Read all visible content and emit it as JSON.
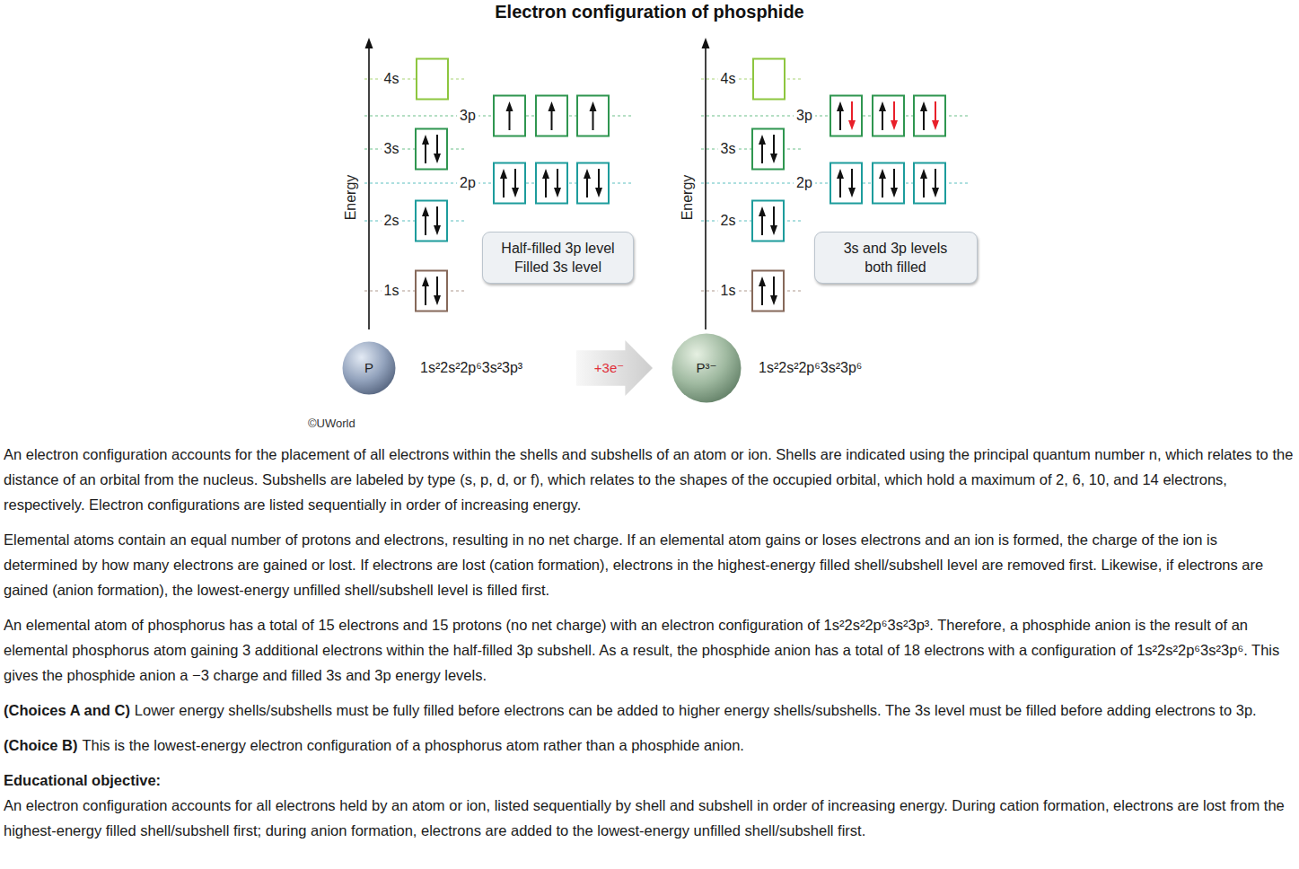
{
  "diagram": {
    "title": "Electron configuration of phosphide",
    "nodes": [
      {
        "text": [
          "Half-filled 3p level",
          "Filled 3s level"
        ]
      },
      {
        "text": [
          "3s and 3p levels both filled"
        ]
      },
      {
        "text": [
          "P"
        ]
      },
      {
        "text": [
          "+3e⁻"
        ]
      },
      {
        "text": [
          "P³⁻"
        ]
      }
    ],
    "labels": [
      "Energy",
      "4s",
      "3p",
      "3s",
      "2p",
      "2s",
      "1s",
      "1s²2s²2p⁶3s²3p³",
      "Energy",
      "4s",
      "3p",
      "3s",
      "2p",
      "2s",
      "1s",
      "1s²2s²2p⁶3s²3p⁶",
      "©UWorld",
      "An electron configuration accounts for the placement of all electrons within the shells and subshells of an atom or ion. Shells are indicated using the principal quantum number n, which relates to the distance of an orbital from the nucleus. Subshells are labeled by type (s, p, d, or f), which relates to the shapes of the occupied orbital, which hold a maximum of 2, 6, 10, and 14 electrons, respectively. Electron configurations are listed sequentially in order of increasing energy.",
      "Elemental atoms contain an equal number of protons and electrons, resulting in no net charge. If an elemental atom gains or loses electrons and an ion is formed, the charge of the ion is determined by how many electrons are gained or lost. If electrons are lost (cation formation), electrons in the highest-energy filled shell/subshell level are removed first. Likewise, if electrons are gained (anion formation), the lowest-energy unfilled shell/subshell level is filled first.",
      "An elemental atom of phosphorus has a total of 15 electrons and 15 protons (no net charge) with an electron configuration of 1s²2s²2p⁶3s²3p³. Therefore, a phosphide anion is the result of an elemental phosphorus atom gaining 3 additional electrons within the half-filled 3p subshell. As a result, the phosphide anion has a total of 18 electrons with a configuration of 1s²2s²2p⁶3s²3p⁶. This gives the phosphide anion a −3 charge and filled 3s and 3p energy levels.",
      "(Choices A and C)",
      "Lower energy shells/subshells must be fully filled before electrons can be added to higher energy shells/subshells. The 3s level must be filled before adding electrons to 3p.",
      "(Choice B)",
      "This is the lowest-energy electron configuration of a phosphorus atom rather than a phosphide anion.",
      "Educational objective:",
      "An electron configuration accounts for all electrons held by an atom or ion, listed sequentially by shell and subshell in order of increasing energy. During cation formation, electrons are lost from the highest-energy filled shell/subshell first; during anion formation, electrons are added to the lowest-energy unfilled shell/subshell first."
    ]
  }
}
